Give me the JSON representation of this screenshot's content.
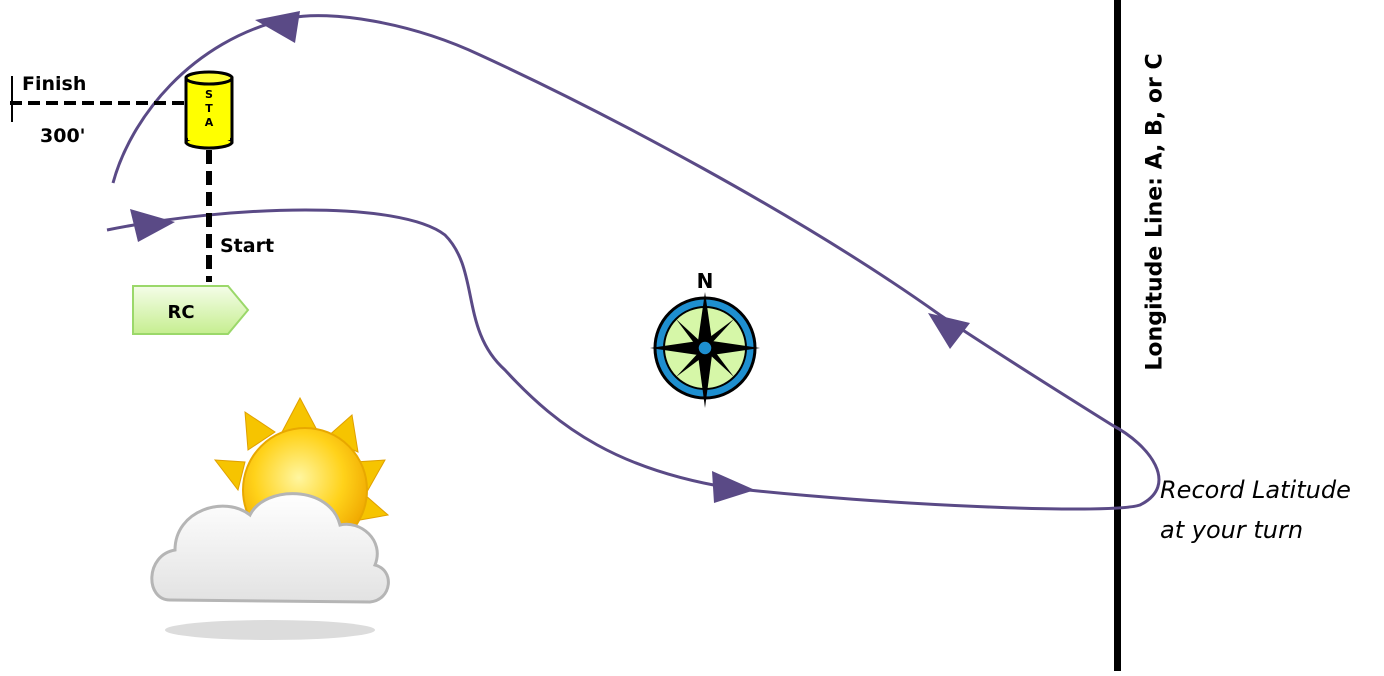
{
  "labels": {
    "finish": "Finish",
    "distance": "300'",
    "start": "Start",
    "committee_boat": "RC",
    "mark": [
      "S",
      "T",
      "A"
    ],
    "compass_north": "N",
    "note_line1": "Record Latitude",
    "note_line2": "at your turn",
    "longitude": "Longitude Line:  A, B, or C"
  },
  "colors": {
    "course_line": "#5a4a86",
    "mark_fill": "#ffff00",
    "rc_fill": "#d8f5b0",
    "compass_ring": "#1e8fd0",
    "compass_face": "#d6f7a8"
  },
  "icons": [
    "mark-buoy-icon",
    "committee-boat-icon",
    "compass-rose-icon",
    "sun-cloud-icon"
  ]
}
